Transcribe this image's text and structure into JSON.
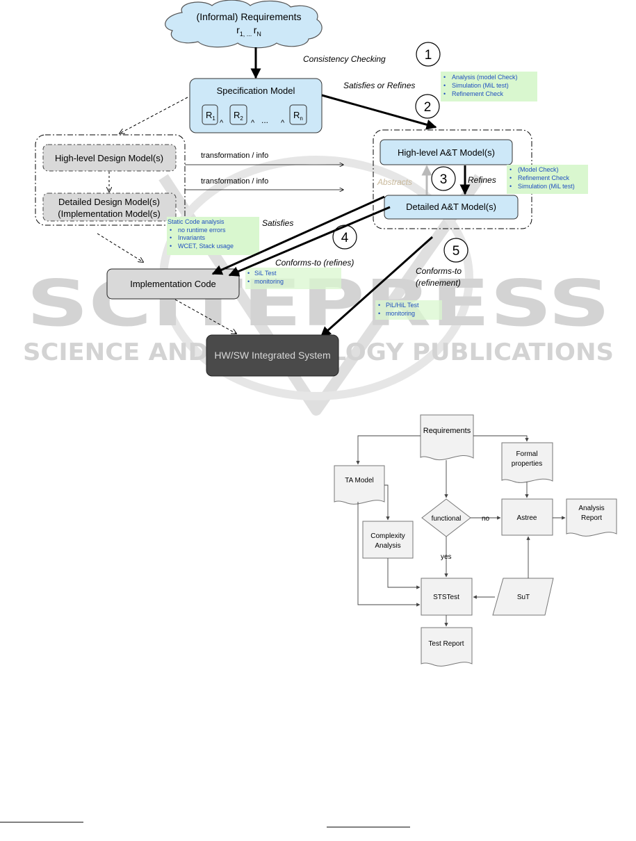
{
  "diagram1": {
    "requirements": {
      "line1": "(Informal) Requirements",
      "line2": "r",
      "sub1": "1, ... ",
      "r2": "r",
      "sub2": "N"
    },
    "consistency_label": "Consistency Checking",
    "steps": [
      "1",
      "2",
      "3",
      "4",
      "5"
    ],
    "spec_model": {
      "title": "Specification Model",
      "r": "R",
      "s1": "1",
      "s2": "2",
      "sn": "n",
      "and": "^",
      "dots": "..."
    },
    "satisfies_or_refines": "Satisfies or Refines",
    "note_top": [
      "Analysis  (model Check)",
      "Simulation  (MiL test)",
      "Refinement  Check"
    ],
    "hl_design": "High-level Design Model(s)",
    "detailed_design": [
      "Detailed Design Model(s)",
      "(Implementation Model(s)"
    ],
    "transformation_1": "transformation / info",
    "transformation_2": "transformation / info",
    "hl_at": "High-level  A&T Model(s)",
    "detailed_at": "Detailed  A&T Model(s)",
    "abstracts": "Abstracts",
    "refines": "Refines",
    "note_refines": [
      "(Model Check)",
      "Refinement  Check",
      "Simulation  (MiL test)"
    ],
    "static_code": {
      "title": "Static Code analysis",
      "items": [
        "no runtime errors",
        "Invariants",
        "WCET, Stack usage"
      ]
    },
    "satisfies": "Satisfies",
    "conforms_refines": "Conforms-to (refines)",
    "conforms_refinement": [
      "Conforms-to",
      "(refinement)"
    ],
    "impl_code": "Implementation Code",
    "note_sil": [
      "SiL Test",
      "monitoring"
    ],
    "note_pil": [
      "PiL/HiL  Test",
      "monitoring"
    ],
    "hw_sw": "HW/SW Integrated System",
    "watermark": [
      "SCITEPRESS",
      "SCIENCE AND TECHNOLOGY PUBLICATIONS"
    ],
    "colors": {
      "spec_fill": "#cde8f8",
      "note_fill": "#d9f7cf",
      "gray_box": "#d9d9d9",
      "dark_box": "#4a4a4a",
      "note_text": "#1f4fbf"
    }
  },
  "diagram2": {
    "requirements": "Requirements",
    "formal_properties": [
      "Formal",
      "properties"
    ],
    "ta_model": "TA Model",
    "functional": "functional",
    "no": "no",
    "yes": "yes",
    "astree": "Astree",
    "analysis_report": [
      "Analysis",
      "Report"
    ],
    "complexity_analysis": [
      "Complexity",
      "Analysis"
    ],
    "ststest": "STSTest",
    "sut": "SuT",
    "test_report": "Test Report"
  }
}
